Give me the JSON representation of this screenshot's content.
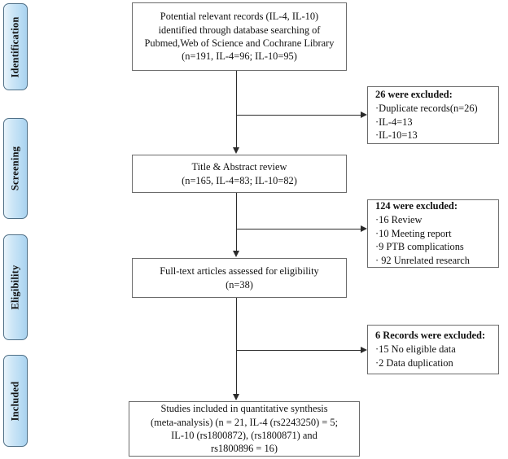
{
  "diagram": {
    "title": "PRISMA study selection flow diagram",
    "accent_color": "#b9dcf4",
    "tab_border_color": "#4f6f86",
    "box_border_color": "#6b6b6b",
    "connector_color": "#2b2b2b"
  },
  "stages": [
    {
      "label": "Identification"
    },
    {
      "label": "Screening"
    },
    {
      "label": "Eligibility"
    },
    {
      "label": "Included"
    }
  ],
  "boxes": {
    "identification": {
      "lines": [
        "Potential relevant records (IL-4, IL-10)",
        "identified through database searching of",
        "Pubmed,Web of Science and Cochrane Library",
        "(n=191, IL-4=96; IL-10=95)"
      ]
    },
    "screening": {
      "lines": [
        "Title  &  Abstract review",
        "(n=165, IL-4=83; IL-10=82)"
      ]
    },
    "eligibility": {
      "lines": [
        "Full-text articles assessed for eligibility",
        "(n=38)"
      ]
    },
    "included": {
      "lines": [
        "Studies included in quantitative synthesis",
        "(meta-analysis) (n = 21, IL-4 (rs2243250) = 5;",
        "IL-10 (rs1800872), (rs1800871) and",
        "rs1800896 = 16)"
      ]
    }
  },
  "exclusions": [
    {
      "title": "26 were excluded:",
      "items": [
        "·Duplicate records(n=26)",
        "·IL-4=13",
        "·IL-10=13"
      ]
    },
    {
      "title": "124 were excluded:",
      "items": [
        "·16 Review",
        "·10 Meeting report",
        "·9 PTB complications",
        "· 92 Unrelated research"
      ]
    },
    {
      "title": "6 Records were excluded:",
      "items": [
        "·15 No eligible data",
        "·2 Data duplication"
      ]
    }
  ]
}
